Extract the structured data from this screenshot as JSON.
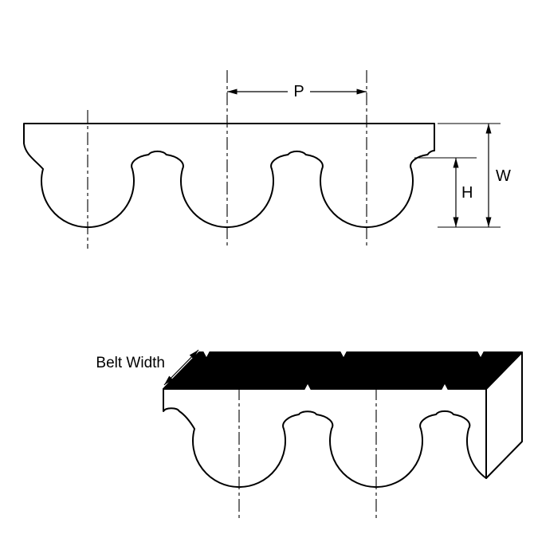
{
  "labels": {
    "pitch": "P",
    "width": "W",
    "height": "H",
    "belt_width": "Belt Width"
  },
  "colors": {
    "line": "#000000",
    "belt_fill": "#ffffff",
    "top_face_fill": "#000000",
    "background": "#ffffff"
  }
}
